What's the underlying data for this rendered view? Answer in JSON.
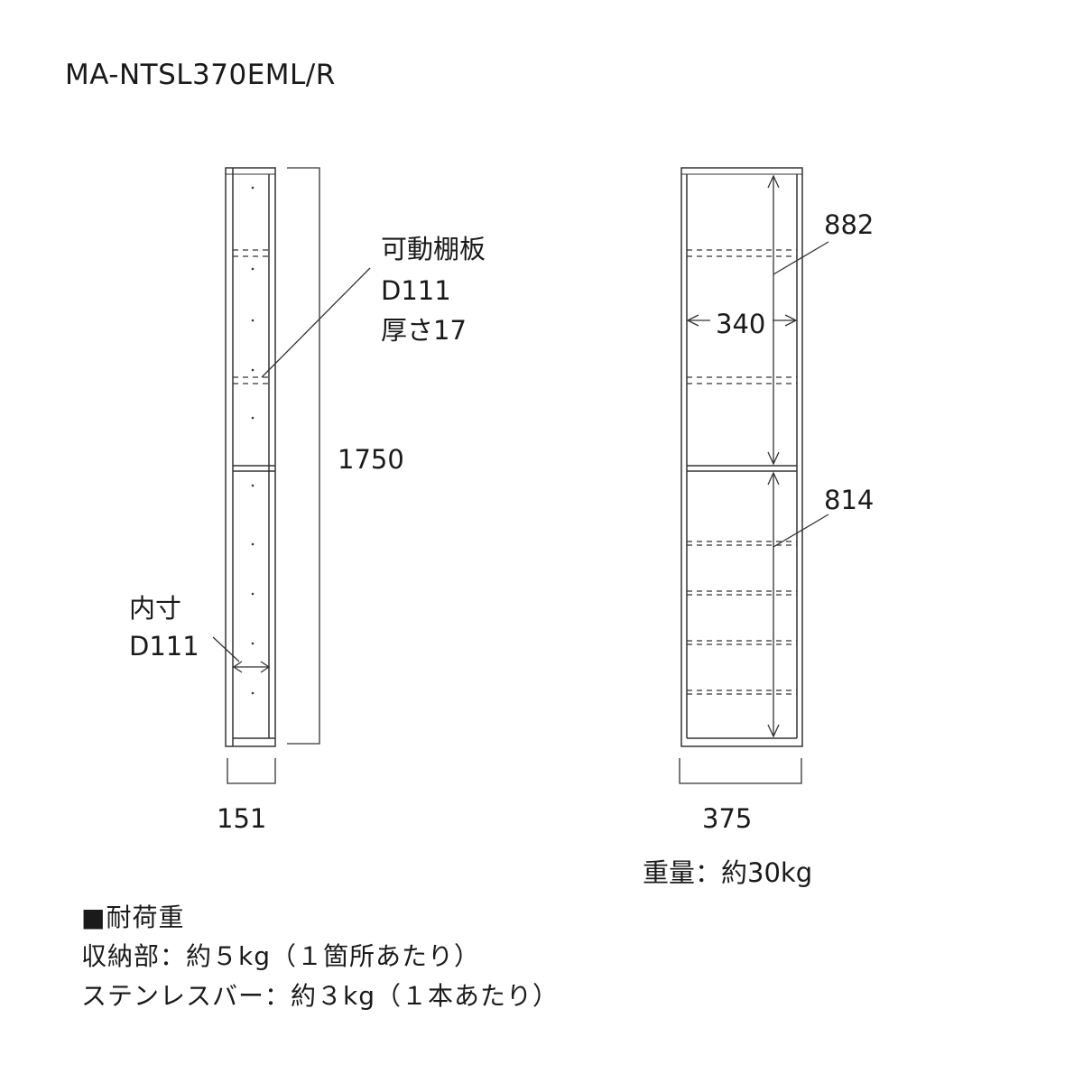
{
  "model": "MA-NTSL370EML/R",
  "side_view": {
    "shelf_label": [
      "可動棚板",
      "D111",
      "厚さ17"
    ],
    "inner_label": [
      "内寸",
      "D111"
    ],
    "height": "1750",
    "width": "151"
  },
  "front_view": {
    "upper_height": "882",
    "inner_width": "340",
    "lower_height": "814",
    "width": "375",
    "weight": "重量：約30kg"
  },
  "load": {
    "title": "■耐荷重",
    "storage": "収納部：約５kg（１箇所あたり）",
    "bar": "ステンレスバー：約３kg（１本あたり）"
  }
}
